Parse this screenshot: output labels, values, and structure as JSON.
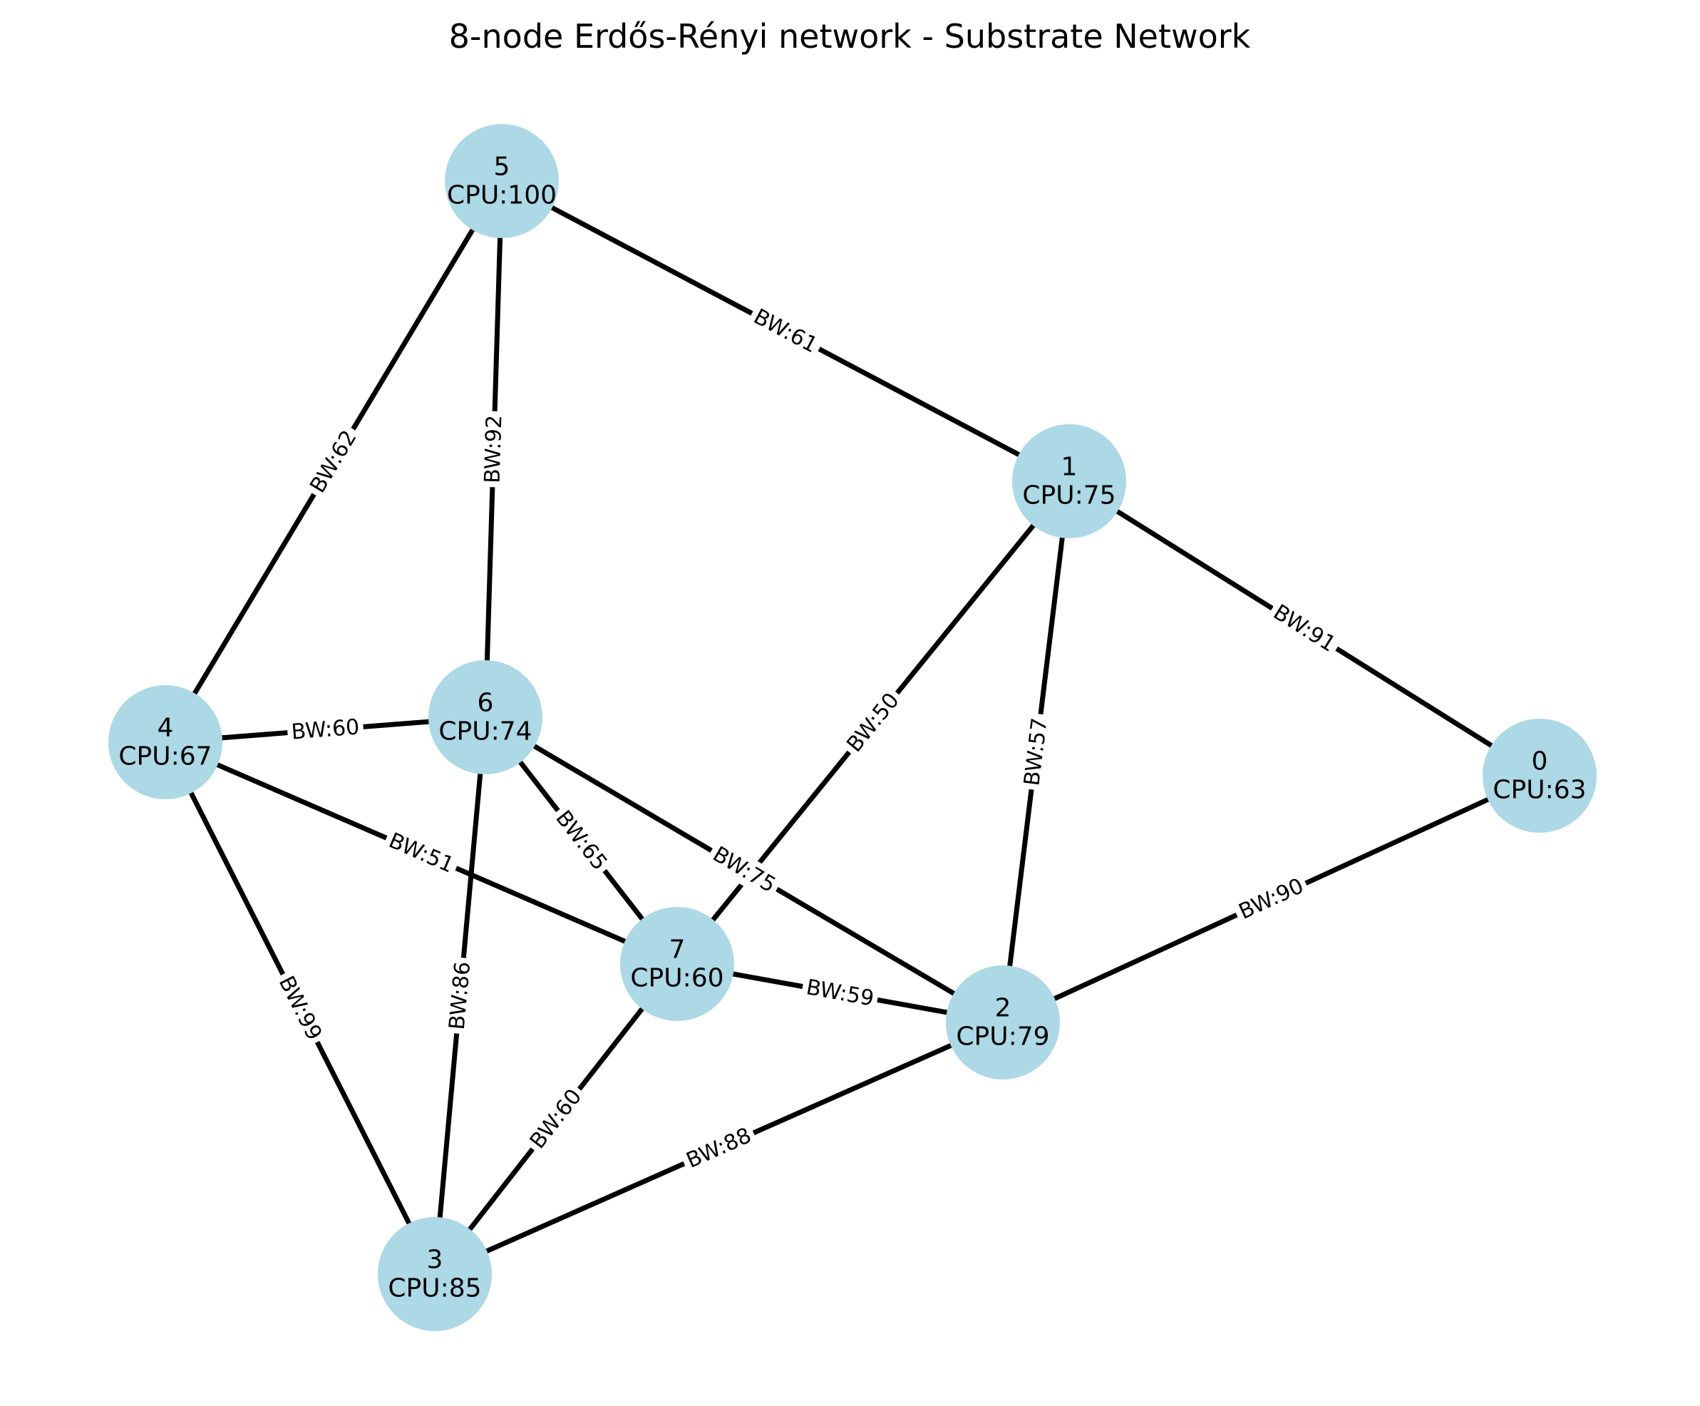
{
  "title": "8-node Erdős-Rényi network - Substrate Network",
  "colors": {
    "node_fill": "#add8e6",
    "edge": "#000000",
    "label_background": "#ffffff",
    "text": "#000000"
  },
  "nodes": [
    {
      "id": "0",
      "cpu_label": "CPU:63"
    },
    {
      "id": "1",
      "cpu_label": "CPU:75"
    },
    {
      "id": "2",
      "cpu_label": "CPU:79"
    },
    {
      "id": "3",
      "cpu_label": "CPU:85"
    },
    {
      "id": "4",
      "cpu_label": "CPU:67"
    },
    {
      "id": "5",
      "cpu_label": "CPU:100"
    },
    {
      "id": "6",
      "cpu_label": "CPU:74"
    },
    {
      "id": "7",
      "cpu_label": "CPU:60"
    }
  ],
  "edges": [
    {
      "source": "5",
      "target": "1",
      "label": "BW:61"
    },
    {
      "source": "5",
      "target": "4",
      "label": "BW:62"
    },
    {
      "source": "5",
      "target": "6",
      "label": "BW:92"
    },
    {
      "source": "1",
      "target": "0",
      "label": "BW:91"
    },
    {
      "source": "1",
      "target": "7",
      "label": "BW:50"
    },
    {
      "source": "1",
      "target": "2",
      "label": "BW:57"
    },
    {
      "source": "4",
      "target": "6",
      "label": "BW:60"
    },
    {
      "source": "4",
      "target": "7",
      "label": "BW:51"
    },
    {
      "source": "4",
      "target": "3",
      "label": "BW:99"
    },
    {
      "source": "6",
      "target": "7",
      "label": "BW:65"
    },
    {
      "source": "6",
      "target": "2",
      "label": "BW:75"
    },
    {
      "source": "6",
      "target": "3",
      "label": "BW:86"
    },
    {
      "source": "7",
      "target": "2",
      "label": "BW:59"
    },
    {
      "source": "7",
      "target": "3",
      "label": "BW:60"
    },
    {
      "source": "0",
      "target": "2",
      "label": "BW:90"
    },
    {
      "source": "2",
      "target": "3",
      "label": "BW:88"
    }
  ]
}
